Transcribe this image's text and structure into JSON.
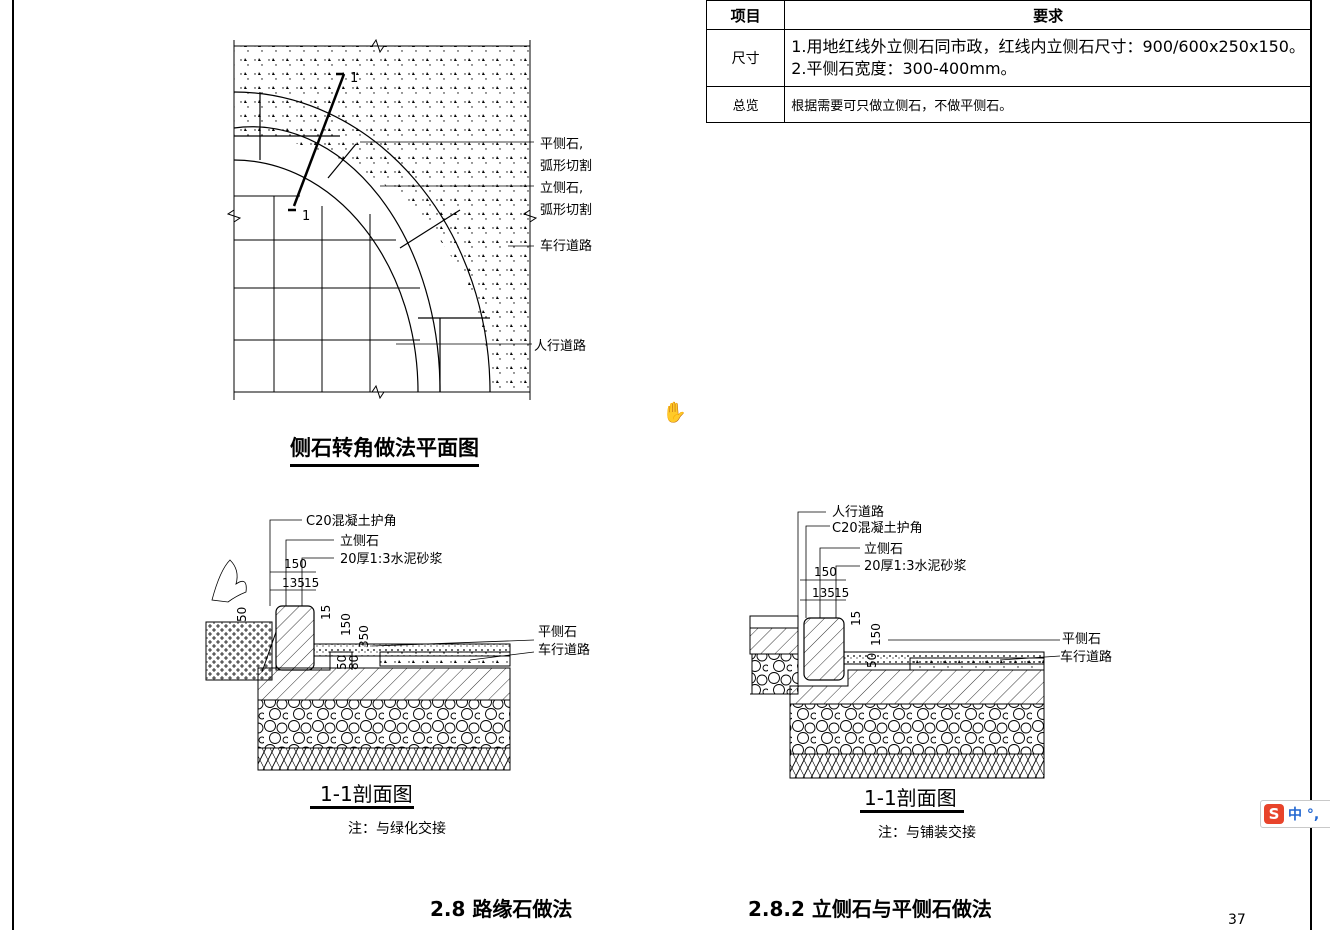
{
  "table": {
    "headers": [
      "项目",
      "要求"
    ],
    "rows": [
      {
        "key": "尺寸",
        "lines": [
          "1.用地红线外立侧石同市政，红线内立侧石尺寸：900/600x250x150。",
          "2.平侧石宽度：300-400mm。"
        ]
      },
      {
        "key": "总览",
        "lines": [
          "根据需要可只做立侧石，不做平侧石。"
        ]
      }
    ]
  },
  "plan": {
    "title": "侧石转角做法平面图",
    "section_marker": "1",
    "labels": [
      "平侧石,",
      "弧形切割",
      "立侧石,",
      "弧形切割",
      "车行道路",
      "人行道路"
    ]
  },
  "section_left": {
    "title": "1-1剖面图",
    "note": "注：与绿化交接",
    "labels": [
      "C20混凝土护角",
      "立侧石",
      "20厚1:3水泥砂浆",
      "平侧石",
      "车行道路"
    ],
    "dims": [
      "150",
      "135",
      "15",
      "50",
      "15",
      "150",
      "350",
      "50",
      "80"
    ]
  },
  "section_right": {
    "title": "1-1剖面图",
    "note": "注：与铺装交接",
    "labels": [
      "人行道路",
      "C20混凝土护角",
      "立侧石",
      "20厚1:3水泥砂浆",
      "平侧石",
      "车行道路"
    ],
    "dims": [
      "150",
      "135",
      "15",
      "15",
      "150",
      "50"
    ]
  },
  "footer": {
    "heading_left": "2.8 路缘石做法",
    "heading_right": "2.8.2 立侧石与平侧石做法",
    "page_number": "37"
  },
  "ime": {
    "text": "中 °,"
  }
}
